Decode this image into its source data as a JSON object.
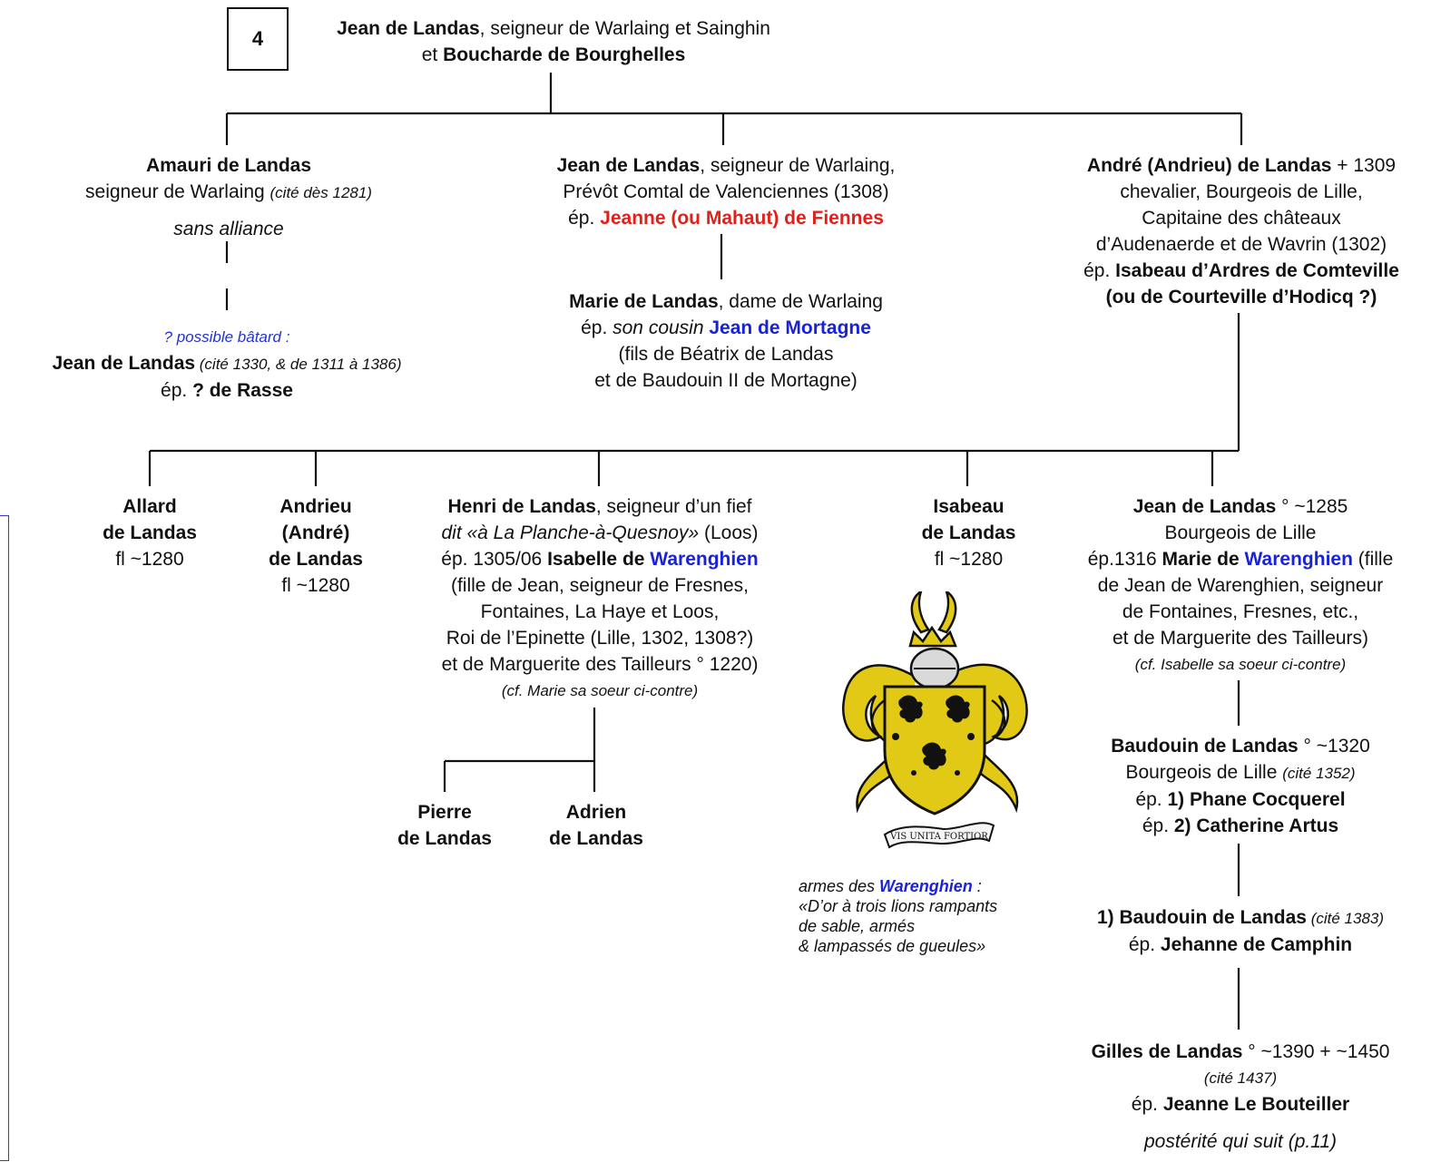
{
  "box_number": "4",
  "top": {
    "name": "Jean de Landas",
    "title": ", seigneur de Warlaing et Sainghin",
    "et": "et ",
    "spouse": "Boucharde de Bourghelles"
  },
  "amauri": {
    "name": "Amauri de Landas",
    "line2": "seigneur de Warlaing ",
    "cite": "(cité dès 1281)",
    "alliance": "sans alliance",
    "bastard_note": "? possible bâtard :",
    "jean_name": "Jean de Landas",
    "jean_cite": " (cité 1330, & de 1311 à 1386)",
    "ep": "ép. ",
    "jean_spouse": "? de Rasse"
  },
  "jean2": {
    "name": "Jean de Landas",
    "line1_rest": ", seigneur de Warlaing,",
    "line2": "Prévôt Comtal de Valenciennes (1308)",
    "ep": "ép. ",
    "spouse": "Jeanne (ou Mahaut) de Fiennes"
  },
  "marie": {
    "name": "Marie de Landas",
    "line1_rest": ", dame de Warlaing",
    "ep": "ép. ",
    "cousin": "son cousin ",
    "spouse": "Jean de Mortagne",
    "line3": "(fils de Béatrix de Landas",
    "line4": "et de Baudouin II de Mortagne)"
  },
  "andre": {
    "name": "André (Andrieu) de Landas",
    "death": " + 1309",
    "line2": "chevalier, Bourgeois de Lille,",
    "line3": "Capitaine des châteaux",
    "line4": "d’Audenaerde et de Wavrin (1302)",
    "ep": "ép. ",
    "spouse1": "Isabeau d’Ardres de Comteville",
    "spouse2": "(ou de Courteville d’Hodicq ?)"
  },
  "allard": {
    "l1": "Allard",
    "l2": "de Landas",
    "l3": "fl ~1280"
  },
  "andrieu": {
    "l1": "Andrieu",
    "l2": "(André)",
    "l3": "de Landas",
    "l4": "fl ~1280"
  },
  "henri": {
    "name": "Henri de Landas",
    "line1_rest": ", seigneur d’un fief",
    "dit": "dit «à La Planche-à-Quesnoy»",
    "loos": " (Loos)",
    "ep": "ép. 1305/06 ",
    "spouse_a": "Isabelle de ",
    "spouse_b": "Warenghien",
    "line4": "(fille de Jean, seigneur de Fresnes,",
    "line5": "Fontaines, La Haye et Loos,",
    "line6": "Roi de l’Epinette (Lille, 1302, 1308?)",
    "line7": "et de Marguerite des Tailleurs ° 1220)",
    "line8": "(cf. Marie sa soeur ci-contre)"
  },
  "pierre": {
    "l1": "Pierre",
    "l2": "de Landas"
  },
  "adrien": {
    "l1": "Adrien",
    "l2": "de Landas"
  },
  "isabeau": {
    "l1": "Isabeau",
    "l2": "de Landas",
    "l3": "fl ~1280"
  },
  "arms": {
    "l1a": "armes des ",
    "l1b": "Warenghien",
    "l1c": " :",
    "l2": "«D’or à trois lions rampants",
    "l3": "de sable, armés",
    "l4": "& lampassés de gueules»",
    "motto": "VIS UNITA FORTIOR"
  },
  "jean3": {
    "name": "Jean de Landas",
    "birth": " ° ~1285",
    "line2": "Bourgeois de Lille",
    "ep": "ép.1316 ",
    "spouse_a": "Marie de ",
    "spouse_b": "Warenghien",
    "fille": " (fille",
    "line4": "de Jean de Warenghien, seigneur",
    "line5": "de Fontaines, Fresnes, etc.,",
    "line6": "et de Marguerite des Tailleurs)",
    "line7": "(cf. Isabelle sa soeur ci-contre)"
  },
  "baudouin1": {
    "name": "Baudouin de Landas",
    "birth": " ° ~1320",
    "line2": "Bourgeois de Lille ",
    "cite": "(cité 1352)",
    "ep1": "ép. ",
    "spouse1": "1) Phane Cocquerel",
    "ep2": "ép. ",
    "spouse2": "2) Catherine Artus"
  },
  "baudouin2": {
    "name": "1) Baudouin de Landas",
    "cite": " (cité 1383)",
    "ep": "ép.  ",
    "spouse": "Jehanne de Camphin"
  },
  "gilles": {
    "name": "Gilles de Landas",
    "dates": " ° ~1390  + ~1450",
    "cite": "(cité 1437)",
    "ep": "ép. ",
    "spouse": "Jeanne Le Bouteiller",
    "posterity": "postérité qui suit (p.11)"
  }
}
